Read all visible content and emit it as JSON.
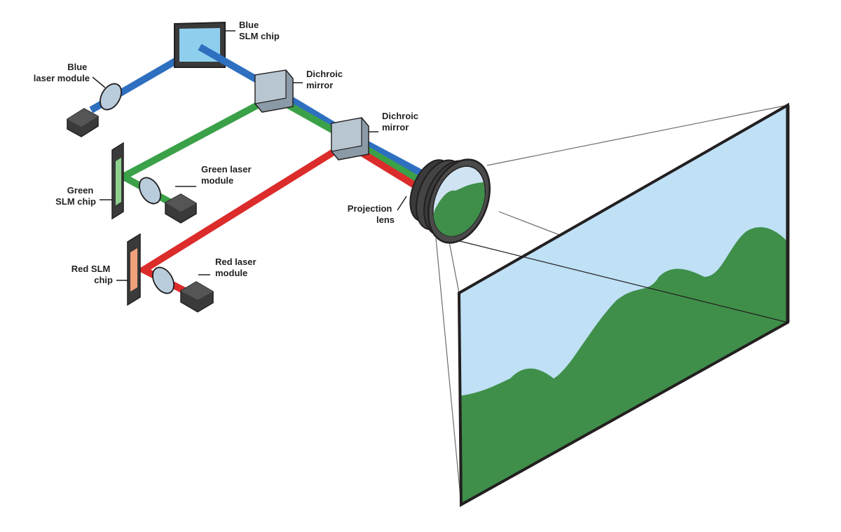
{
  "labels": {
    "blue_slm": [
      "Blue",
      "SLM chip"
    ],
    "blue_laser": [
      "Blue",
      "laser module"
    ],
    "dichroic_1": [
      "Dichroic",
      "mirror"
    ],
    "dichroic_2": [
      "Dichroic",
      "mirror"
    ],
    "green_slm": [
      "Green",
      "SLM chip"
    ],
    "green_laser": [
      "Green laser",
      "module"
    ],
    "red_slm": [
      "Red SLM",
      "chip"
    ],
    "red_laser": [
      "Red laser",
      "module"
    ],
    "projection_lens": [
      "Projection",
      "lens"
    ]
  },
  "colors": {
    "blue_beam": "#2e6fc0",
    "green_beam": "#3aa148",
    "red_beam": "#dc2b2b",
    "sky": "#bfe0f5",
    "hills": "#3f8f4a",
    "outline": "#231f20",
    "device": "#3a3a3a",
    "mirror": "#b8c6d1",
    "lens_glass": "#cfe3f2",
    "red_chip": "#f0a07a",
    "green_chip": "#8ed08e"
  }
}
